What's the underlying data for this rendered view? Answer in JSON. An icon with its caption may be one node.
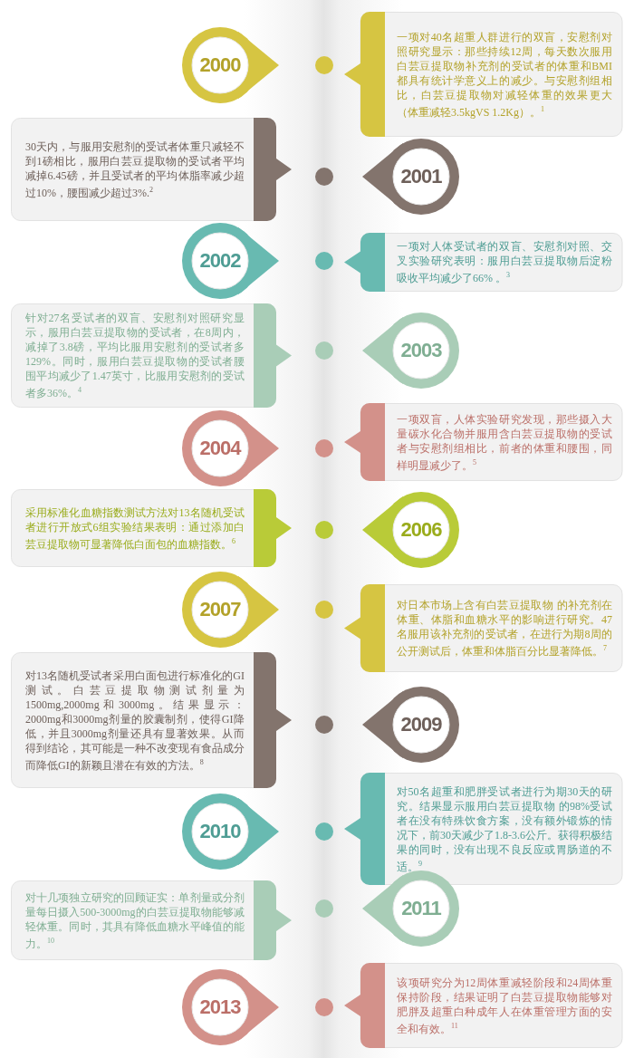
{
  "diagram": {
    "nodes": [
      {
        "text": [
          "2000"
        ]
      },
      {
        "text": [
          "一项对40名超重人群进行的双盲，安慰剂对照研究显示：那些持续12周，每天数次服用白芸豆提取物补充剂的受试者的体重和BMI都具有统计学意义上的减少。与安慰剂组相比，白芸豆提取物对减轻体重的效果更大（体重减轻3.5kgVS 1.2Kg）。$^{1}$"
        ]
      },
      {
        "text": [
          "30天内，与服用安慰剂的受试者体重只减轻不到1磅相比，服用白芸豆提取物的受试者平均减掉6.45磅，并且受试者的平均体脂率减少超过10%，腰围减少超过3%.$^{2}$"
        ]
      },
      {
        "text": [
          "2001"
        ]
      },
      {
        "text": [
          "2002"
        ]
      },
      {
        "text": [
          "一项对人体受试者的双盲、安慰剂对照、交叉实验研究表明：服用白芸豆提取物后淀粉吸收平均减少了66% 。$^{3}$"
        ]
      },
      {
        "text": [
          "针对27名受试者的双盲、安慰剂对照研究显示，服用白芸豆提取物的受试者，在8周内，减掉了3.8磅，平均比服用安慰剂的受试者多129%。同时，服用白芸豆提取物的受试者腰围平均减少了1.47英寸，比服用安慰剂的受试者多36%。$^{4}$"
        ]
      },
      {
        "text": [
          "2003"
        ]
      },
      {
        "text": [
          "2004"
        ]
      },
      {
        "text": [
          "一项双盲，人体实验研究发现，那些摄入大量碳水化合物并服用含白芸豆提取物的受试者与安慰剂组相比，前者的体重和腰围，同样明显减少了。$^{5}$"
        ]
      },
      {
        "text": [
          "采用标准化血糖指数测试方法对13名随机受试者进行开放式6组实验结果表明：通过添加白芸豆提取物可显著降低白面包的血糖指数。$^{6}$"
        ]
      },
      {
        "text": [
          "2006"
        ]
      },
      {
        "text": [
          "2007"
        ]
      },
      {
        "text": [
          "对日本市场上含有白芸豆提取物 的补充剂在体重、体脂和血糖水平的影响进行研究。47名服用该补充剂的受试者，在进行为期8周的公开测试后，体重和体脂百分比显著降低。$^{7}$"
        ]
      },
      {
        "text": [
          "对13名随机受试者采用白面包进行标准化的GI测试。白芸豆提取物测试剂量为1500mg,2000mg和3000mg。结果显示：2000mg和3000mg剂量的胶囊制剂，使得GI降低，并且3000mg剂量还具有显著效果。从而得到结论，其可能是一种不改变现有食品成分而降低GI的新颖且潜在有效的方法。$^{8}$"
        ]
      },
      {
        "text": [
          "2009"
        ]
      },
      {
        "text": [
          "2010"
        ]
      },
      {
        "text": [
          "对50名超重和肥胖受试者进行为期30天的研究。结果显示服用白芸豆提取物 的98%受试者在没有特殊饮食方案，没有额外锻炼的情况下，前30天减少了1.8-3.6公斤。获得积极结果的同时，没有出现不良反应或胃肠道的不适。$^{9}$"
        ]
      },
      {
        "text": [
          "对十几项独立研究的回顾证实：单剂量或分剂量每日摄入500-3000mg的白芸豆提取物能够减轻体重。同时，其具有降低血糖水平峰值的能力。$^{10}$"
        ]
      },
      {
        "text": [
          "2011"
        ]
      },
      {
        "text": [
          "2013"
        ]
      },
      {
        "text": [
          "该项研究分为12周体重减轻阶段和24周体重保持阶段，结果证明了白芸豆提取物能够对肥胖及超重白种成年人在体重管理方面的安全和有效。$^{11}$"
        ]
      }
    ]
  }
}
